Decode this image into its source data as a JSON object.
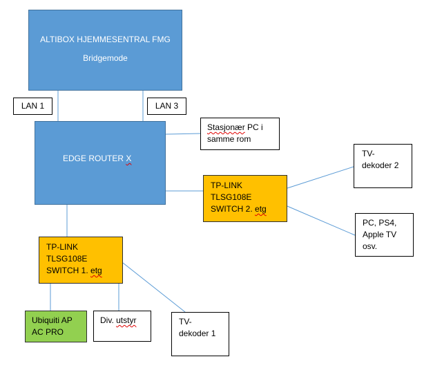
{
  "nodes": {
    "altibox": {
      "title": "ALTIBOX HJEMMESENTRAL FMG",
      "mode": "Bridgemode"
    },
    "lan1": {
      "label": "LAN 1"
    },
    "lan3": {
      "label": "LAN 3"
    },
    "router": {
      "label_a": "EDGE ROUTER ",
      "label_b": "X"
    },
    "pc": {
      "line1_a": "Stasjonær",
      "line1_b": " PC i",
      "line2": "samme rom"
    },
    "switch2": {
      "line1": "TP-LINK",
      "line2": "TLSG108E",
      "line3_a": "SWITCH 2. ",
      "line3_b": "etg"
    },
    "switch1": {
      "line1": "TP-LINK",
      "line2": "TLSG108E",
      "line3_a": "SWITCH 1. ",
      "line3_b": "etg"
    },
    "tv2": {
      "line1": "TV-",
      "line2": "dekoder 2"
    },
    "pcps4": {
      "line1": "PC, PS4,",
      "line2": "Apple TV",
      "line3": "osv."
    },
    "ap": {
      "line1": "Ubiquiti AP",
      "line2": "AC PRO"
    },
    "div": {
      "line1_a": "Div. ",
      "line1_b": "utstyr"
    },
    "tv1": {
      "line1": "TV-",
      "line2": "dekoder 1"
    }
  },
  "colors": {
    "blue": "#5b9bd5",
    "orange": "#ffc000",
    "green": "#92d050",
    "line": "#5b9bd5"
  }
}
